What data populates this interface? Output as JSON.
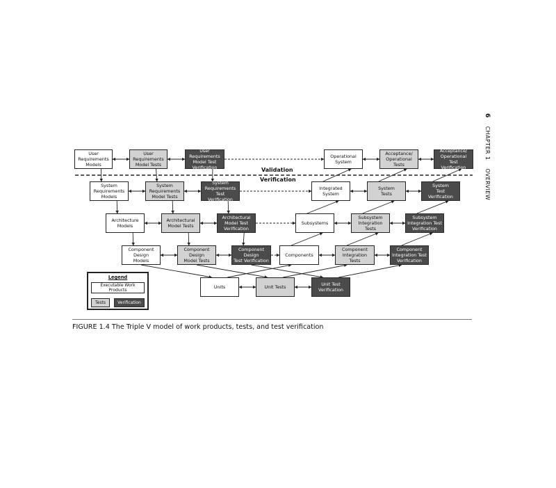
{
  "page_header": {
    "page_number": "6",
    "chapter": "CHAPTER 1",
    "section": "OVERVIEW"
  },
  "regions": {
    "validation": "Validation",
    "verification": "Verification"
  },
  "nodes": {
    "user_req_models": {
      "label": "User\nRequirements\nModels",
      "kind": "product"
    },
    "user_req_model_tests": {
      "label": "User\nRequirements\nModel Tests",
      "kind": "test"
    },
    "user_req_model_test_verif": {
      "label": "User Requirements\nModel Test\nVerification",
      "kind": "verification"
    },
    "operational_system": {
      "label": "Operational\nSystem",
      "kind": "product"
    },
    "acceptance_tests": {
      "label": "Acceptance/\nOperational\nTests",
      "kind": "test"
    },
    "acceptance_test_verif": {
      "label": "Acceptance/\nOperational Test\nVerification",
      "kind": "verification"
    },
    "sys_req_models": {
      "label": "System\nRequirements\nModels",
      "kind": "product"
    },
    "sys_req_model_tests": {
      "label": "System\nRequirements\nModel Tests",
      "kind": "test"
    },
    "sys_req_test_verif": {
      "label": "System\nRequirements\nTest Verification",
      "kind": "verification"
    },
    "integrated_system": {
      "label": "Integrated\nSystem",
      "kind": "product"
    },
    "system_tests": {
      "label": "System\nTests",
      "kind": "test"
    },
    "system_test_verif": {
      "label": "System\nTest Verification",
      "kind": "verification"
    },
    "architecture_models": {
      "label": "Architecture\nModels",
      "kind": "product"
    },
    "architectural_model_tests": {
      "label": "Architectural\nModel Tests",
      "kind": "test"
    },
    "architectural_model_test_verif": {
      "label": "Architectural\nModel Test\nVerification",
      "kind": "verification"
    },
    "subsystems": {
      "label": "Subsystems",
      "kind": "product"
    },
    "subsystem_integration_tests": {
      "label": "Subsystem\nIntegration Tests",
      "kind": "test"
    },
    "subsystem_integration_test_verif": {
      "label": "Subsystem\nIntegration Test\nVerification",
      "kind": "verification"
    },
    "component_design_models": {
      "label": "Component\nDesign\nModels",
      "kind": "product"
    },
    "component_design_model_tests": {
      "label": "Component\nDesign\nModel Tests",
      "kind": "test"
    },
    "component_design_test_verif": {
      "label": "Component Design\nTest Verification",
      "kind": "verification"
    },
    "components": {
      "label": "Components",
      "kind": "product"
    },
    "component_integration_tests": {
      "label": "Component\nIntegration Tests",
      "kind": "test"
    },
    "component_integration_test_verif": {
      "label": "Component\nIntegration Test\nVerification",
      "kind": "verification"
    },
    "units": {
      "label": "Units",
      "kind": "product"
    },
    "unit_tests": {
      "label": "Unit Tests",
      "kind": "test"
    },
    "unit_test_verif": {
      "label": "Unit Test\nVerification",
      "kind": "verification"
    }
  },
  "legend": {
    "title": "Legend",
    "executable_work_products": "Executable Work Products",
    "tests": "Tests",
    "verification": "Verification"
  },
  "caption": "FIGURE 1.4  The Triple V model of work products, tests, and test verification",
  "colors": {
    "product": "#ffffff",
    "test": "#d2d2d2",
    "verification": "#4b4b4b",
    "line": "#222222"
  }
}
